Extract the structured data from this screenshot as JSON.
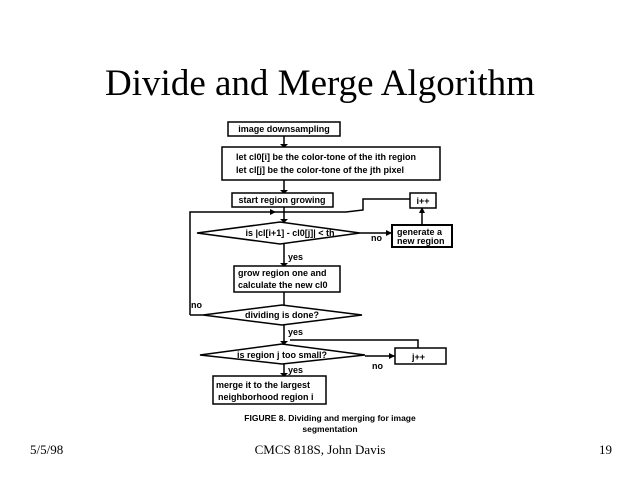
{
  "slide": {
    "title": "Divide and Merge Algorithm",
    "footer_date": "5/5/98",
    "footer_center": "CMCS 818S, John Davis",
    "page_number": "19"
  },
  "flowchart": {
    "box_downsampling": "image downsampling",
    "box_define_line1": "let cl0[i] be the color-tone of the ith region",
    "box_define_line2": "let cl[j] be the color-tone of the jth pixel",
    "box_start": "start region growing",
    "box_increment_top": "i++",
    "decision_threshold": "is |cl[i+1] - cl0[j]| < th",
    "label_no_1": "no",
    "box_generate_line1": "generate a",
    "box_generate_line2": "new region",
    "label_yes_1": "yes",
    "box_grow_line1": "grow region one and",
    "box_grow_line2": "calculate the new cl0",
    "decision_dividing": "dividing is done?",
    "label_no_2": "no",
    "label_yes_2": "yes",
    "decision_small": "is region j too small?",
    "label_no_3": "no",
    "box_increment_bottom": "j++",
    "label_yes_3": "yes",
    "box_merge_line1": "merge it to the largest",
    "box_merge_line2": "neighborhood region i",
    "caption_line1": "FIGURE 8. Dividing and merging for image",
    "caption_line2": "segmentation"
  }
}
